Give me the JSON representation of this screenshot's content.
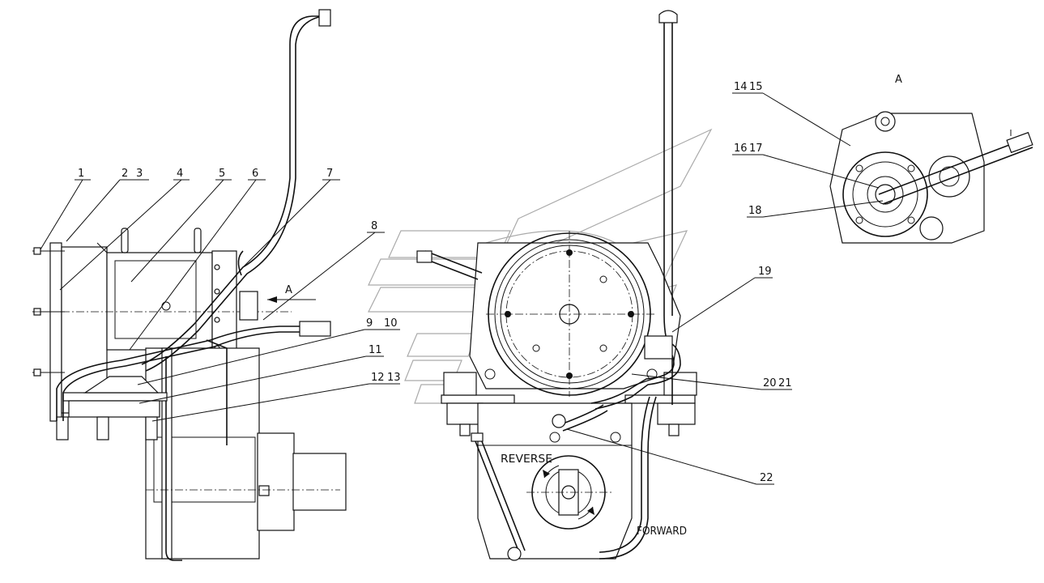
{
  "diagram": {
    "callouts": [
      {
        "id": "c1",
        "text": "1"
      },
      {
        "id": "c2",
        "text": "2"
      },
      {
        "id": "c3",
        "text": "3"
      },
      {
        "id": "c4",
        "text": "4"
      },
      {
        "id": "c5",
        "text": "5"
      },
      {
        "id": "c6",
        "text": "6"
      },
      {
        "id": "c7",
        "text": "7"
      },
      {
        "id": "c8",
        "text": "8"
      },
      {
        "id": "c9",
        "text": "9"
      },
      {
        "id": "c10",
        "text": "10"
      },
      {
        "id": "c11",
        "text": "11"
      },
      {
        "id": "c12",
        "text": "12"
      },
      {
        "id": "c13",
        "text": "13"
      },
      {
        "id": "c14",
        "text": "14"
      },
      {
        "id": "c15",
        "text": "15"
      },
      {
        "id": "c16",
        "text": "16"
      },
      {
        "id": "c17",
        "text": "17"
      },
      {
        "id": "c18",
        "text": "18"
      },
      {
        "id": "c19",
        "text": "19"
      },
      {
        "id": "c20",
        "text": "20"
      },
      {
        "id": "c21",
        "text": "21"
      },
      {
        "id": "c22",
        "text": "22"
      }
    ],
    "view_label": "A",
    "view_arrow_label": "A",
    "reverse_label": "REVERSE",
    "forward_label": "FORWARD"
  }
}
